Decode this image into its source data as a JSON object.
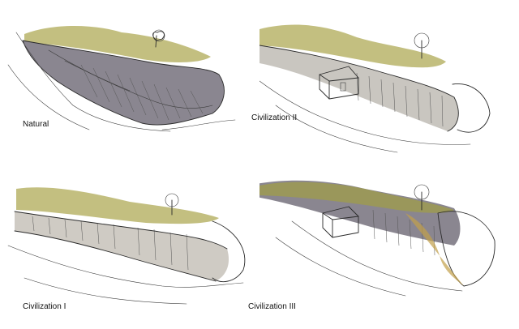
{
  "panels": [
    {
      "id": "natural",
      "caption": "Natural"
    },
    {
      "id": "civ2",
      "caption": "Civilization II"
    },
    {
      "id": "civ1",
      "caption": "Civilization I"
    },
    {
      "id": "civ3",
      "caption": "Civilization III"
    }
  ],
  "colors": {
    "vegetation": "#b8b46a",
    "vegetation_dark": "#9c9a52",
    "rock": "#8a8690",
    "rock_dark": "#5e5a66",
    "earth": "#c2a04a",
    "ink": "#2a2a2a"
  }
}
